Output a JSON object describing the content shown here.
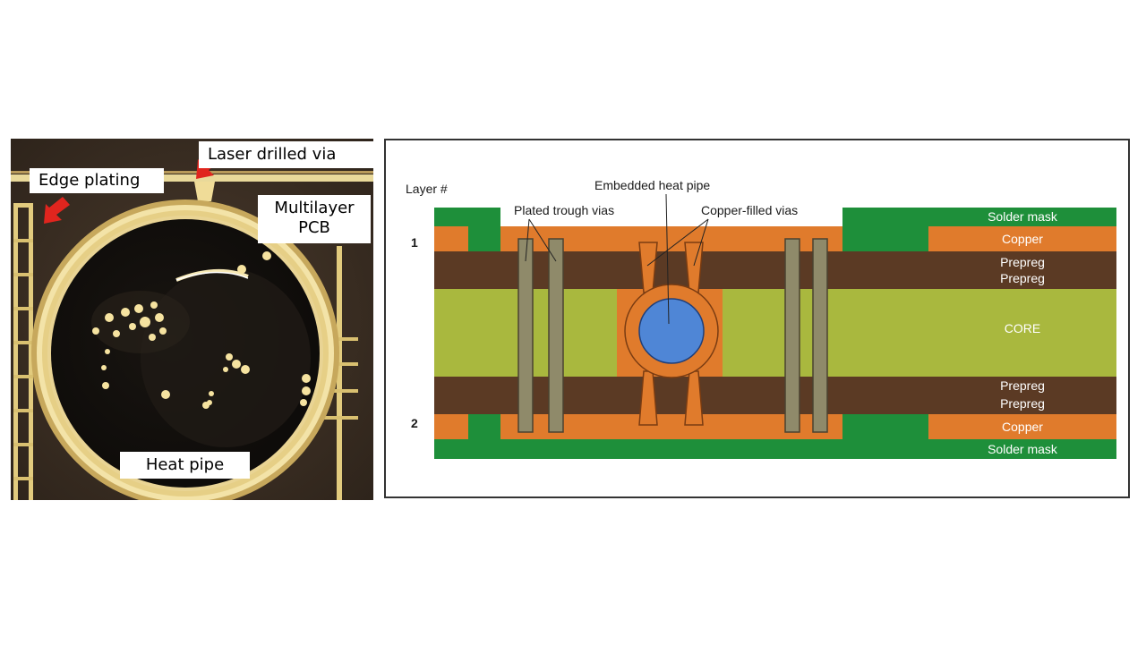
{
  "photo": {
    "labels": {
      "laser_drilled_via": "Laser drilled via",
      "edge_plating": "Edge plating",
      "multilayer_line1": "Multilayer",
      "multilayer_line2": "PCB",
      "heat_pipe": "Heat pipe"
    }
  },
  "schematic": {
    "layer_header": "Layer #",
    "layer_1": "1",
    "layer_2": "2",
    "plated_vias": "Plated trough vias",
    "embedded_heat_pipe": "Embedded heat pipe",
    "copper_filled_vias": "Copper-filled vias",
    "layers": {
      "solder_mask_top": "Solder mask",
      "copper_top": "Copper",
      "prepreg_1": "Prepreg",
      "prepreg_2": "Prepreg",
      "core": "CORE",
      "prepreg_3": "Prepreg",
      "prepreg_4": "Prepreg",
      "copper_bottom": "Copper",
      "solder_mask_bottom": "Solder mask"
    }
  },
  "colors": {
    "solder_mask": "#1e8f3a",
    "copper": "#e07b2c",
    "prepreg": "#5b3a24",
    "core": "#a9b83e",
    "via": "#8f8a6a",
    "heat_pipe_fluid": "#4f86d6",
    "arrow_red": "#e0251e"
  }
}
